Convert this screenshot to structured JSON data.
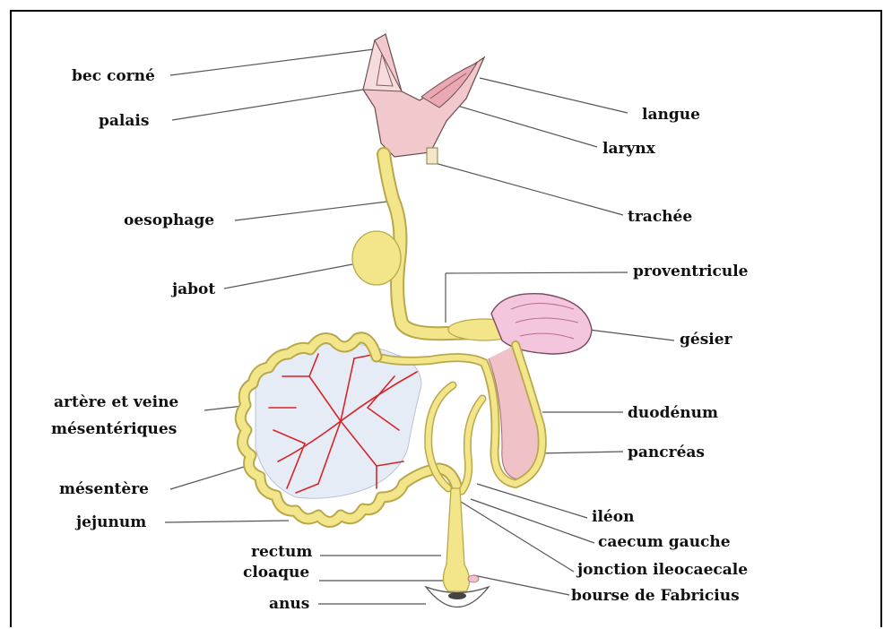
{
  "labels": {
    "bec_corne": "bec corné",
    "palais": "palais",
    "oesophage": "oesophage",
    "jabot": "jabot",
    "artere_veine_1": "artère et veine",
    "artere_veine_2": "mésentériques",
    "mesentere": "mésentère",
    "jejunum": "jejunum",
    "rectum": "rectum",
    "cloaque": "cloaque",
    "anus": "anus",
    "langue": "langue",
    "larynx": "larynx",
    "trachee": "trachée",
    "proventricule": "proventricule",
    "gesier": "gésier",
    "duodenum": "duodénum",
    "pancreas": "pancréas",
    "ileon": "iléon",
    "caecum_gauche": "caecum gauche",
    "jonction": "jonction ileocaecale",
    "bourse": "bourse de Fabricius"
  },
  "colors": {
    "gut": "#f3e58a",
    "gut_outline": "#b8a84a",
    "beak": "#f1c9cc",
    "gizzard": "#f4c6dd",
    "pancreas": "#f0c2c8",
    "vessel": "#d6252a",
    "mesentery": "#e6ecf5"
  }
}
